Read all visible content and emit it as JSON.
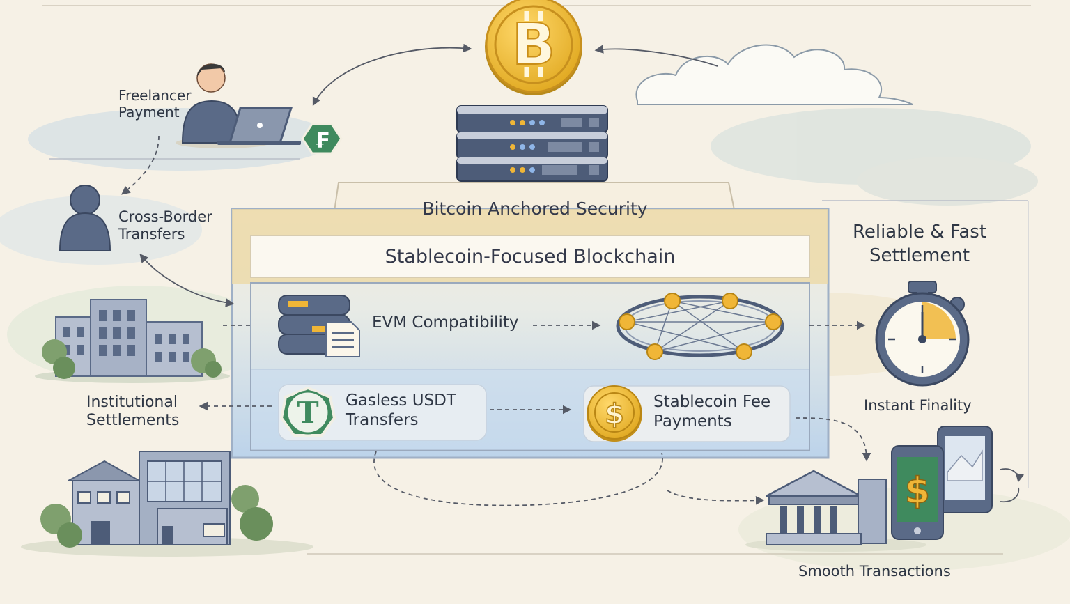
{
  "diagram": {
    "center": {
      "security_label": "Bitcoin Anchored Security",
      "chain_label": "Stablecoin-Focused Blockchain",
      "evm_label": "EVM Compatibility",
      "gasless_line1": "Gasless USDT",
      "gasless_line2": "Transfers",
      "fee_line1": "Stablecoin Fee",
      "fee_line2": "Payments"
    },
    "left": {
      "freelancer_line1": "Freelancer",
      "freelancer_line2": "Payment",
      "crossborder_line1": "Cross-Border",
      "crossborder_line2": "Transfers",
      "institutional_line1": "Institutional",
      "institutional_line2": "Settlements"
    },
    "right": {
      "settlement_line1": "Reliable & Fast",
      "settlement_line2": "Settlement",
      "finality_label": "Instant Finality",
      "smooth_label": "Smooth Transactions"
    },
    "icons": {
      "bitcoin_symbol": "B",
      "tether_symbol": "T",
      "small_token_symbol": "₣",
      "dollar_symbol": "$"
    },
    "colors": {
      "gold": "#e8b534",
      "navy": "#4d5c78",
      "green": "#3f8a5e",
      "blue_band": "#c9dcef"
    }
  }
}
